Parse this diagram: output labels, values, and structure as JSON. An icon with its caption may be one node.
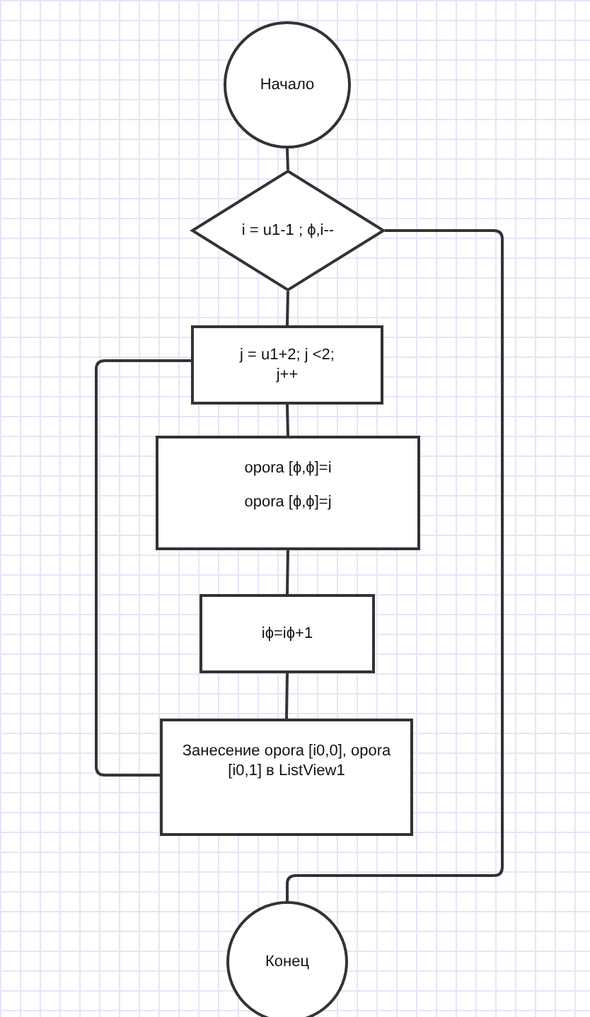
{
  "diagram": {
    "nodes": [
      {
        "text": [
          "Начало"
        ]
      },
      {
        "text": [
          "i = u1-1 ; ϕ,i--"
        ]
      },
      {
        "text": [
          "j = u1+2; j <2; j++"
        ]
      },
      {
        "text": [
          "opora [ϕ,ϕ]=i",
          "opora [ϕ,ϕ]=j"
        ]
      },
      {
        "text": [
          "iϕ=iϕ+1"
        ]
      },
      {
        "text": [
          "Занесение opora [i0,0], opora [i0,1] в ListView1"
        ]
      },
      {
        "text": [
          "Конец"
        ]
      }
    ],
    "edges": [
      {
        "from": 0,
        "to": 1,
        "arrow": "none"
      },
      {
        "from": 1,
        "to": 2,
        "arrow": "none"
      },
      {
        "from": 2,
        "to": 3,
        "arrow": "none"
      },
      {
        "from": 3,
        "to": 4,
        "arrow": "none"
      },
      {
        "from": 4,
        "to": 5,
        "arrow": "none"
      },
      {
        "from": 5,
        "to": 2,
        "arrow": "none"
      },
      {
        "from": 1,
        "to": 6,
        "arrow": "none"
      }
    ]
  }
}
